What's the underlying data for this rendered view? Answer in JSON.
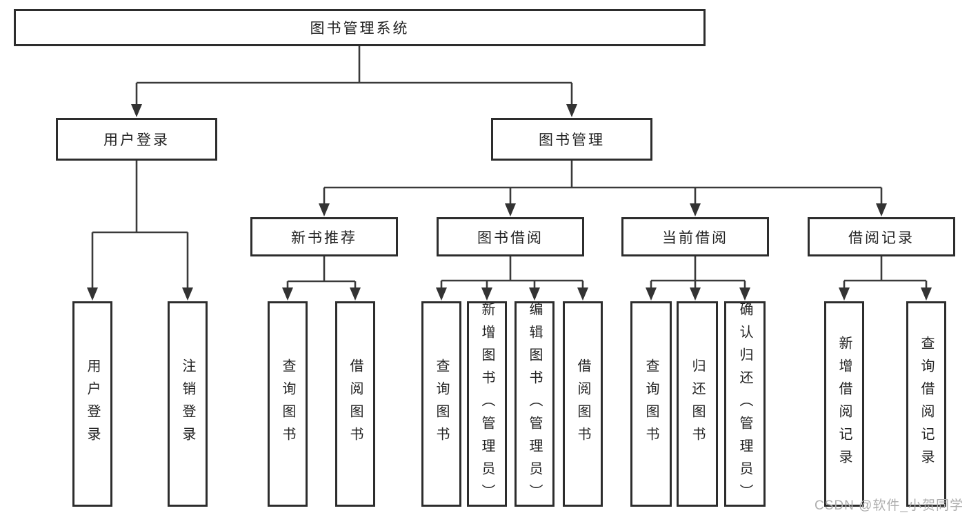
{
  "tree": {
    "root": {
      "label": "图书管理系统"
    },
    "branches": [
      {
        "label": "用户登录",
        "children": [
          {
            "label": "用户登录"
          },
          {
            "label": "注销登录"
          }
        ]
      },
      {
        "label": "图书管理",
        "children": [
          {
            "label": "新书推荐",
            "children": [
              {
                "label": "查询图书"
              },
              {
                "label": "借阅图书"
              }
            ]
          },
          {
            "label": "图书借阅",
            "children": [
              {
                "label": "查询图书"
              },
              {
                "label": "新增图书（管理员）"
              },
              {
                "label": "编辑图书（管理员）"
              },
              {
                "label": "借阅图书"
              }
            ]
          },
          {
            "label": "当前借阅",
            "children": [
              {
                "label": "查询图书"
              },
              {
                "label": "归还图书"
              },
              {
                "label": "确认归还（管理员）"
              }
            ]
          },
          {
            "label": "借阅记录",
            "children": [
              {
                "label": "新增借阅记录"
              },
              {
                "label": "查询借阅记录"
              }
            ]
          }
        ]
      }
    ]
  },
  "watermark": {
    "text": "CSDN @软件_小贺同学"
  },
  "colors": {
    "background": "#ffffff",
    "line": "#3a3a3a",
    "box_border": "#2d2d2d",
    "text": "#232323",
    "watermark": "#aeaeae"
  }
}
